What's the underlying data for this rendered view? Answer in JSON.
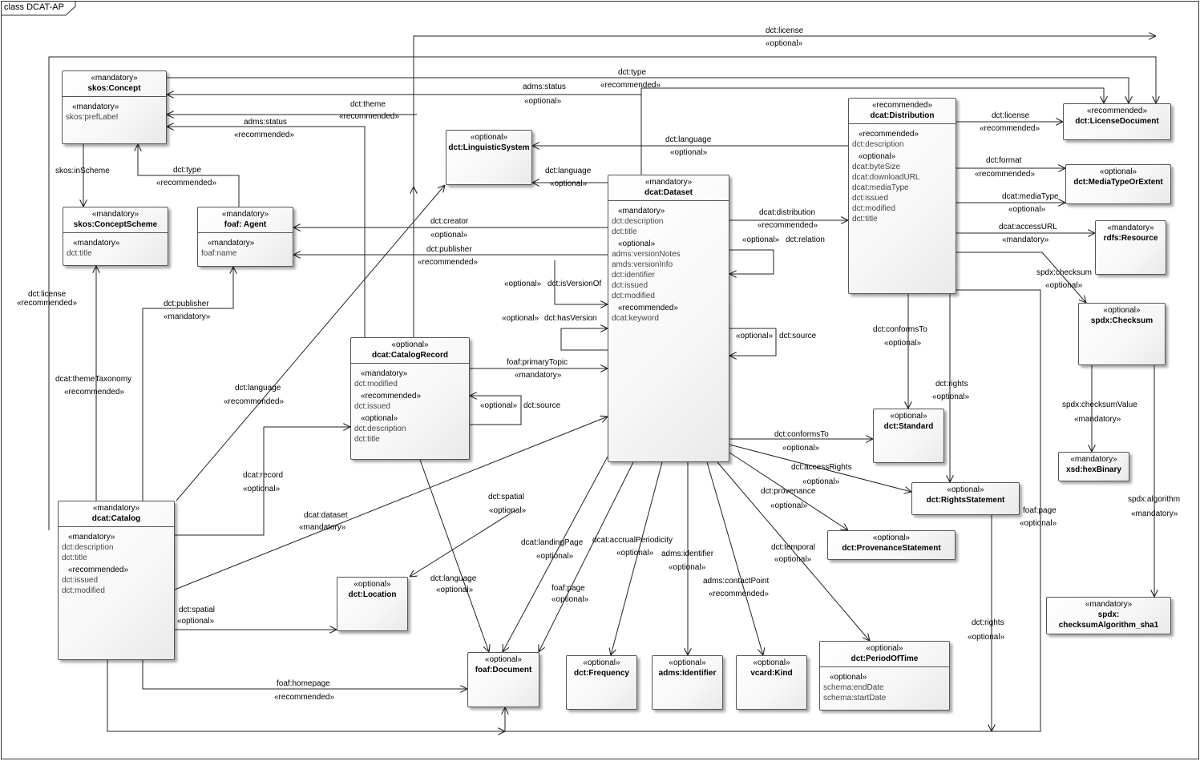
{
  "diagram_title": "class DCAT-AP",
  "classes": {
    "concept": {
      "stereotype": "«mandatory»",
      "name": "skos:Concept",
      "groups": [
        {
          "stereotype": "«mandatory»",
          "attrs": [
            "skos:prefLabel"
          ]
        }
      ]
    },
    "conceptscheme": {
      "stereotype": "«mandatory»",
      "name": "skos:ConceptScheme",
      "groups": [
        {
          "stereotype": "«mandatory»",
          "attrs": [
            "dct:title"
          ]
        }
      ]
    },
    "agent": {
      "stereotype": "«mandatory»",
      "name": "foaf: Agent",
      "groups": [
        {
          "stereotype": "«mandatory»",
          "attrs": [
            "foaf:name"
          ]
        }
      ]
    },
    "linguistic": {
      "stereotype": "«optional»",
      "name": "dct:LinguisticSystem",
      "groups": []
    },
    "dataset": {
      "stereotype": "«mandatory»",
      "name": "dcat:Dataset",
      "groups": [
        {
          "stereotype": "«mandatory»",
          "attrs": [
            "dct:description",
            "dct:title"
          ]
        },
        {
          "stereotype": "«optional»",
          "attrs": [
            "adms:versionNotes",
            "amds:versionInfo",
            "dct:identifier",
            "dct:issued",
            "dct:modified"
          ]
        },
        {
          "stereotype": "«recommended»",
          "attrs": [
            "dcat:keyword"
          ]
        }
      ]
    },
    "distribution": {
      "stereotype": "«recommended»",
      "name": "dcat:Distribution",
      "groups": [
        {
          "stereotype": "«recommended»",
          "attrs": [
            "dct:description"
          ]
        },
        {
          "stereotype": "«optional»",
          "attrs": [
            "dcat:byteSize",
            "dcat:downloadURL",
            "dcat:mediaType",
            "dct:issued",
            "dct:modified",
            "dct:title"
          ]
        }
      ]
    },
    "license": {
      "stereotype": "«recommended»",
      "name": "dct:LicenseDocument",
      "groups": []
    },
    "mediatype": {
      "stereotype": "«optional»",
      "name": "dct:MediaTypeOrExtent",
      "groups": []
    },
    "rdfsresource": {
      "stereotype": "«mandatory»",
      "name": "rdfs:Resource",
      "groups": []
    },
    "checksum": {
      "stereotype": "«optional»",
      "name": "spdx:Checksum",
      "groups": []
    },
    "hexbinary": {
      "stereotype": "«mandatory»",
      "name": "xsd:hexBinary",
      "groups": []
    },
    "algorithm": {
      "stereotype": "«mandatory»",
      "name": "spdx:",
      "name2": "checksumAlgorithm_sha1",
      "groups": []
    },
    "catalogrecord": {
      "stereotype": "«optional»",
      "name": "dcat:CatalogRecord",
      "groups": [
        {
          "stereotype": "«mandatory»",
          "attrs": [
            "dct:modified"
          ]
        },
        {
          "stereotype": "«recommended»",
          "attrs": [
            "dct:issued"
          ]
        },
        {
          "stereotype": "«optional»",
          "attrs": [
            "dct:description",
            "dct:title"
          ]
        }
      ]
    },
    "catalog": {
      "stereotype": "«mandatory»",
      "name": "dcat:Catalog",
      "groups": [
        {
          "stereotype": "«mandatory»",
          "attrs": [
            "dct:description",
            "dct:title"
          ]
        },
        {
          "stereotype": "«recommended»",
          "attrs": [
            "dct:issued",
            "dct:modified"
          ]
        }
      ]
    },
    "standard": {
      "stereotype": "«optional»",
      "name": "dct:Standard",
      "groups": []
    },
    "rights": {
      "stereotype": "«optional»",
      "name": "dct:RightsStatement",
      "groups": []
    },
    "provenance": {
      "stereotype": "«optional»",
      "name": "dct:ProvenanceStatement",
      "groups": []
    },
    "location": {
      "stereotype": "«optional»",
      "name": "dct:Location",
      "groups": []
    },
    "document": {
      "stereotype": "«optional»",
      "name": "foaf:Document",
      "groups": []
    },
    "frequency": {
      "stereotype": "«optional»",
      "name": "dct:Frequency",
      "groups": []
    },
    "identifier": {
      "stereotype": "«optional»",
      "name": "adms:Identifier",
      "groups": []
    },
    "kind": {
      "stereotype": "«optional»",
      "name": "vcard:Kind",
      "groups": []
    },
    "periodoftime": {
      "stereotype": "«optional»",
      "name": "dct:PeriodOfTime",
      "groups": [
        {
          "stereotype": "«optional»",
          "attrs": [
            "schema:endDate",
            "schema:startDate"
          ]
        }
      ]
    }
  },
  "labels": [
    "dct:license",
    "«optional»",
    "dct:type",
    "«recommended»",
    "adms:status",
    "«optional»",
    "dct:theme",
    "«recommended»",
    "adms:status",
    "«recommended»",
    "dct:language",
    "«optional»",
    "dct:language",
    "«optional»",
    "skos:inScheme",
    "dct:type",
    "«recommended»",
    "dct:creator",
    "«optional»",
    "dct:publisher",
    "«recommended»",
    "dct:license",
    "«recommended»",
    "dct:publisher",
    "«mandatory»",
    "dcat:themeTaxonomy",
    "«recommended»",
    "dct:language",
    "«recommended»",
    "«optional»",
    "dct:isVersionOf",
    "«optional»",
    "dct:hasVersion",
    "foaf:primaryTopic",
    "«mandatory»",
    "«optional»",
    "dct:source",
    "dcat:record",
    "«optional»",
    "dcat:dataset",
    "«mandatory»",
    "dct:spatial",
    "«optional»",
    "dct:spatial",
    "«optional»",
    "dct:language",
    "«optional»",
    "dcat:landingPage",
    "«optional»",
    "dcat:accrualPeriodicity",
    "«optional»",
    "foaf:page",
    "«optional»",
    "adms:identifier",
    "«optional»",
    "adms:contactPoint",
    "«recommended»",
    "dct:temporal",
    "«optional»",
    "dct:provenance",
    "«optional»",
    "dct:accessRights",
    "«optional»",
    "dct:conformsTo",
    "«optional»",
    "dcat:distribution",
    "«recommended»",
    "«optional»",
    "dct:relation",
    "«optional»",
    "dct:source",
    "dct:conformsTo",
    "«optional»",
    "dct:rights",
    "«optional»",
    "dct:license",
    "«recommended»",
    "dct:format",
    "«recommended»",
    "dcat:mediaType",
    "«optional»",
    "dcat:accessURL",
    "«mandatory»",
    "spdx:checksum",
    "«optional»",
    "spdx:checksumValue",
    "«mandatory»",
    "spdx:algorithm",
    "«mandatory»",
    "foaf:page",
    "«optional»",
    "dct:rights",
    "«optional»",
    "foaf:homepage",
    "«recommended»"
  ]
}
